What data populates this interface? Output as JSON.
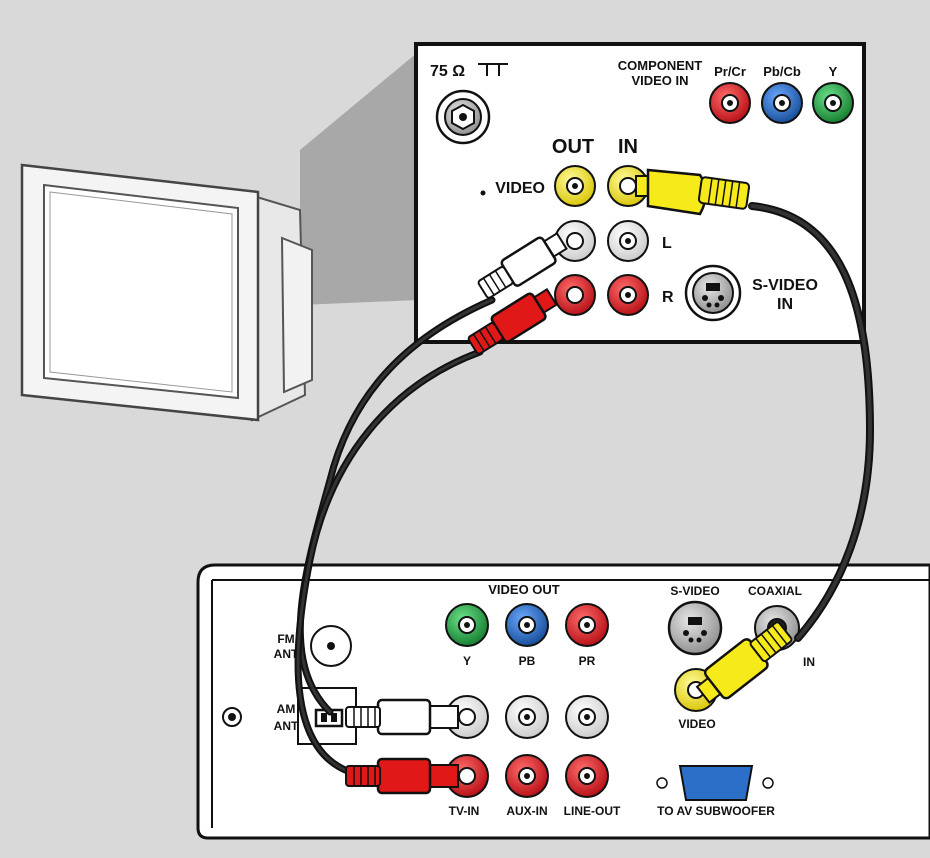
{
  "tv_panel": {
    "impedance_label": "75 Ω",
    "component_label_line1": "COMPONENT",
    "component_label_line2": "VIDEO IN",
    "component_jacks": [
      "Pr/Cr",
      "Pb/Cb",
      "Y"
    ],
    "out_label": "OUT",
    "in_label": "IN",
    "video_label": "VIDEO",
    "left_label": "L",
    "right_label": "R",
    "svideo_label_line1": "S-VIDEO",
    "svideo_label_line2": "IN"
  },
  "device_panel": {
    "video_out_label": "VIDEO OUT",
    "component_jacks": [
      "Y",
      "PB",
      "PR"
    ],
    "svideo_label": "S-VIDEO",
    "coaxial_label": "COAXIAL",
    "coaxial_in_label": "IN",
    "video_label": "VIDEO",
    "fm_ant_label_line1": "FM",
    "fm_ant_label_line2": "ANT",
    "am_ant_label_line1": "AM",
    "am_ant_label_line2": "ANT",
    "audio_groups": [
      "TV-IN",
      "AUX-IN",
      "LINE-OUT"
    ],
    "subwoofer_label": "TO AV SUBWOOFER"
  },
  "colors": {
    "background": "#d9d9d9",
    "jack_red": "#d4151d",
    "jack_blue": "#1f63b8",
    "jack_green": "#1b9a3c",
    "jack_yellow": "#f4e414",
    "connector_yellow": "#f7ea1a",
    "connector_red": "#e01818",
    "connector_white": "#ffffff",
    "subwoofer_port": "#2c6fc9"
  }
}
